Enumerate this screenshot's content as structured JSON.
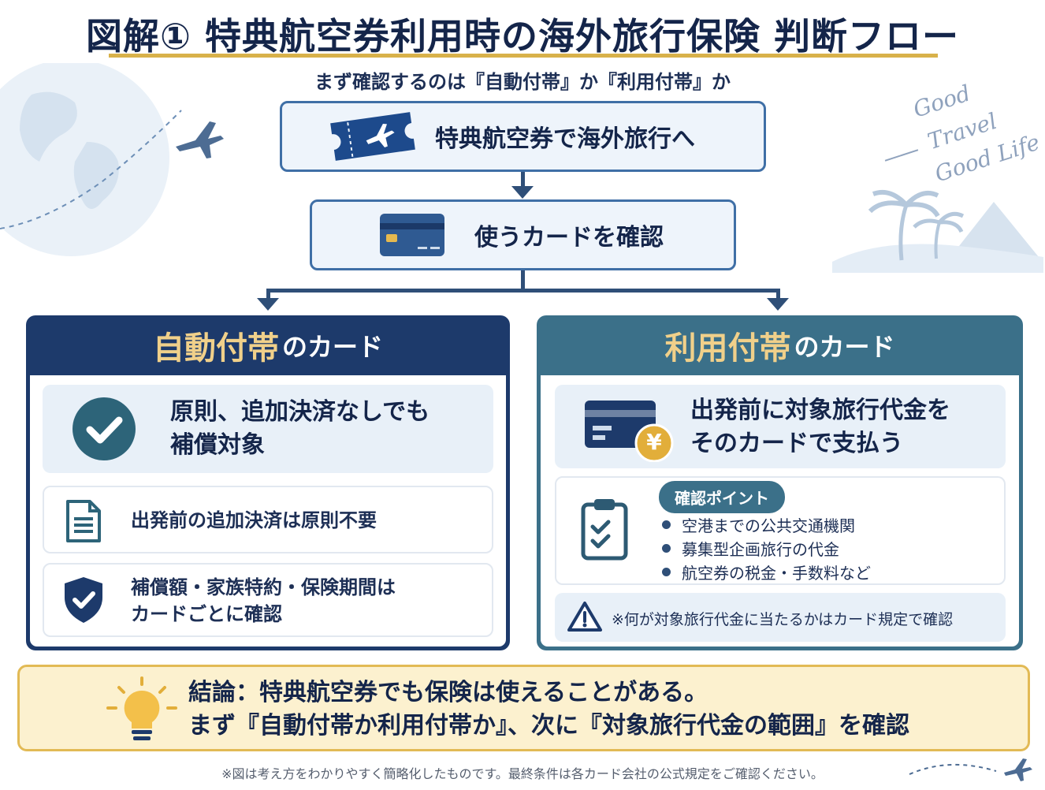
{
  "title": "図解① 特典航空券利用時の海外旅行保険 判断フロー",
  "subtitle": "まず確認するのは『自動付帯』か『利用付帯』か",
  "flow": {
    "step1": "特典航空券で海外旅行へ",
    "step2": "使うカードを確認"
  },
  "auto": {
    "heading_strong": "自動付帯",
    "heading_weak": "のカード",
    "main_line1": "原則、追加決済なしでも",
    "main_line2": "補償対象",
    "item1": "出発前の追加決済は原則不要",
    "item2_line1": "補償額・家族特約・保険期間は",
    "item2_line2": "カードごとに確認"
  },
  "usage": {
    "heading_strong": "利用付帯",
    "heading_weak": "のカード",
    "main_line1": "出発前に対象旅行代金を",
    "main_line2": "そのカードで支払う",
    "yen_symbol": "¥",
    "points_badge": "確認ポイント",
    "points": [
      "空港までの公共交通機関",
      "募集型企画旅行の代金",
      "航空券の税金・手数料など"
    ],
    "note": "※何が対象旅行代金に当たるかはカード規定で確認"
  },
  "conclusion": {
    "line1": "結論：特典航空券でも保険は使えることがある。",
    "line2": "まず『自動付帯か利用付帯か』、次に『対象旅行代金の範囲』を確認"
  },
  "footnote": "※図は考え方をわかりやすく簡略化したものです。最終条件は各カード会社の公式規定をご確認ください。",
  "decor": {
    "line1": "Good",
    "line2": "Travel",
    "line3": "Good Life"
  },
  "colors": {
    "navy": "#1d3a6b",
    "teal": "#3b7089",
    "gold": "#d8b14a",
    "light_blue": "#e8f0f8",
    "cream": "#fcf1cf"
  }
}
